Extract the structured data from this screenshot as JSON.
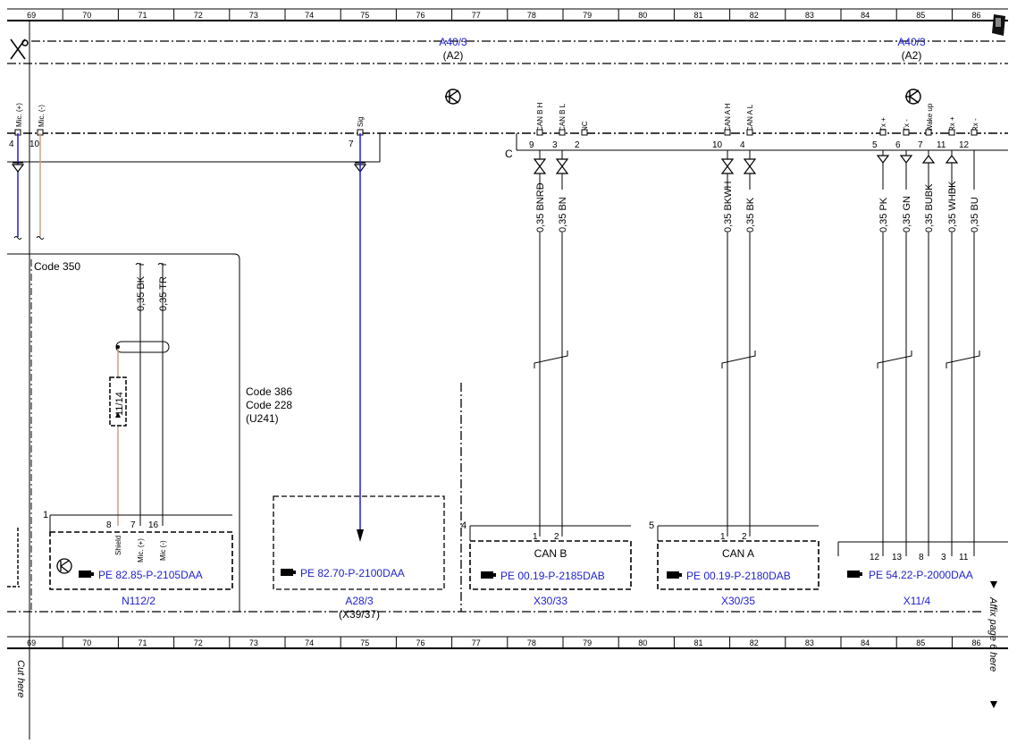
{
  "grid": {
    "columns": [
      "69",
      "70",
      "71",
      "72",
      "73",
      "74",
      "75",
      "76",
      "77",
      "78",
      "79",
      "80",
      "81",
      "82",
      "83",
      "84",
      "85",
      "86"
    ]
  },
  "colors": {
    "link_blue": "#2222cc",
    "wire_blue": "#1f1fd6",
    "wire_brown": "#c8a088",
    "line_black": "#000000"
  },
  "top_components": [
    {
      "name": "A40/3",
      "sub": "(A2)"
    },
    {
      "name": "A40/3",
      "sub": "(A2)"
    }
  ],
  "a40_left_pins": [
    {
      "label": "Mic. (+)",
      "num": "4"
    },
    {
      "label": "Mic. (-)",
      "num": "10"
    },
    {
      "label": "Sig",
      "num": "7"
    }
  ],
  "a40_right_pins": [
    {
      "label": "CAN B H",
      "num": "9"
    },
    {
      "label": "CAN B L",
      "num": "3"
    },
    {
      "label": "NC",
      "num": "2"
    },
    {
      "label": "CAN A H",
      "num": "10"
    },
    {
      "label": "CAN A L",
      "num": "4"
    },
    {
      "label": "Tx +",
      "num": "5"
    },
    {
      "label": "Tx -",
      "num": "6"
    },
    {
      "label": "Wake up",
      "num": "7"
    },
    {
      "label": "Rx +",
      "num": "11"
    },
    {
      "label": "Rx -",
      "num": "12"
    }
  ],
  "connector_letter": "C",
  "wires": [
    "0,35 BNRD",
    "0,35 BN",
    "0,35 BKWH",
    "0,35 BK",
    "0,35 PK",
    "0,35 GN",
    "0,35 BUBK",
    "0,35 WHBK",
    "0,35 BU"
  ],
  "n112_wires": [
    "0,35 BK",
    "0,35 TR"
  ],
  "code_notes": {
    "code350": "Code 350",
    "code386": "Code 386",
    "code228": "Code 228",
    "u241": "(U241)"
  },
  "fuse_label": "11/14",
  "n112": {
    "box_num": "1",
    "pins": [
      {
        "num": "8",
        "label": "Shield"
      },
      {
        "num": "7",
        "label": "Mic. (+)"
      },
      {
        "num": "16",
        "label": "Mic (-)"
      }
    ],
    "ref": "PE 82.85-P-2105DAA",
    "name": "N112/2"
  },
  "a28": {
    "ref": "PE 82.70-P-2100DAA",
    "name": "A28/3",
    "sub": "(X39/37)"
  },
  "x30_33": {
    "box_num": "4",
    "pins": [
      "1",
      "2"
    ],
    "bus": "CAN B",
    "ref": "PE 00.19-P-2185DAB",
    "name": "X30/33"
  },
  "x30_35": {
    "box_num": "5",
    "pins": [
      "1",
      "2"
    ],
    "bus": "CAN A",
    "ref": "PE 00.19-P-2180DAB",
    "name": "X30/35"
  },
  "x11_4": {
    "pins": [
      "12",
      "13",
      "8",
      "3",
      "11"
    ],
    "ref": "PE 54.22-P-2000DAA",
    "name": "X11/4"
  },
  "margin": {
    "affix": "Affix page 6 here",
    "cut": "Cut here"
  }
}
